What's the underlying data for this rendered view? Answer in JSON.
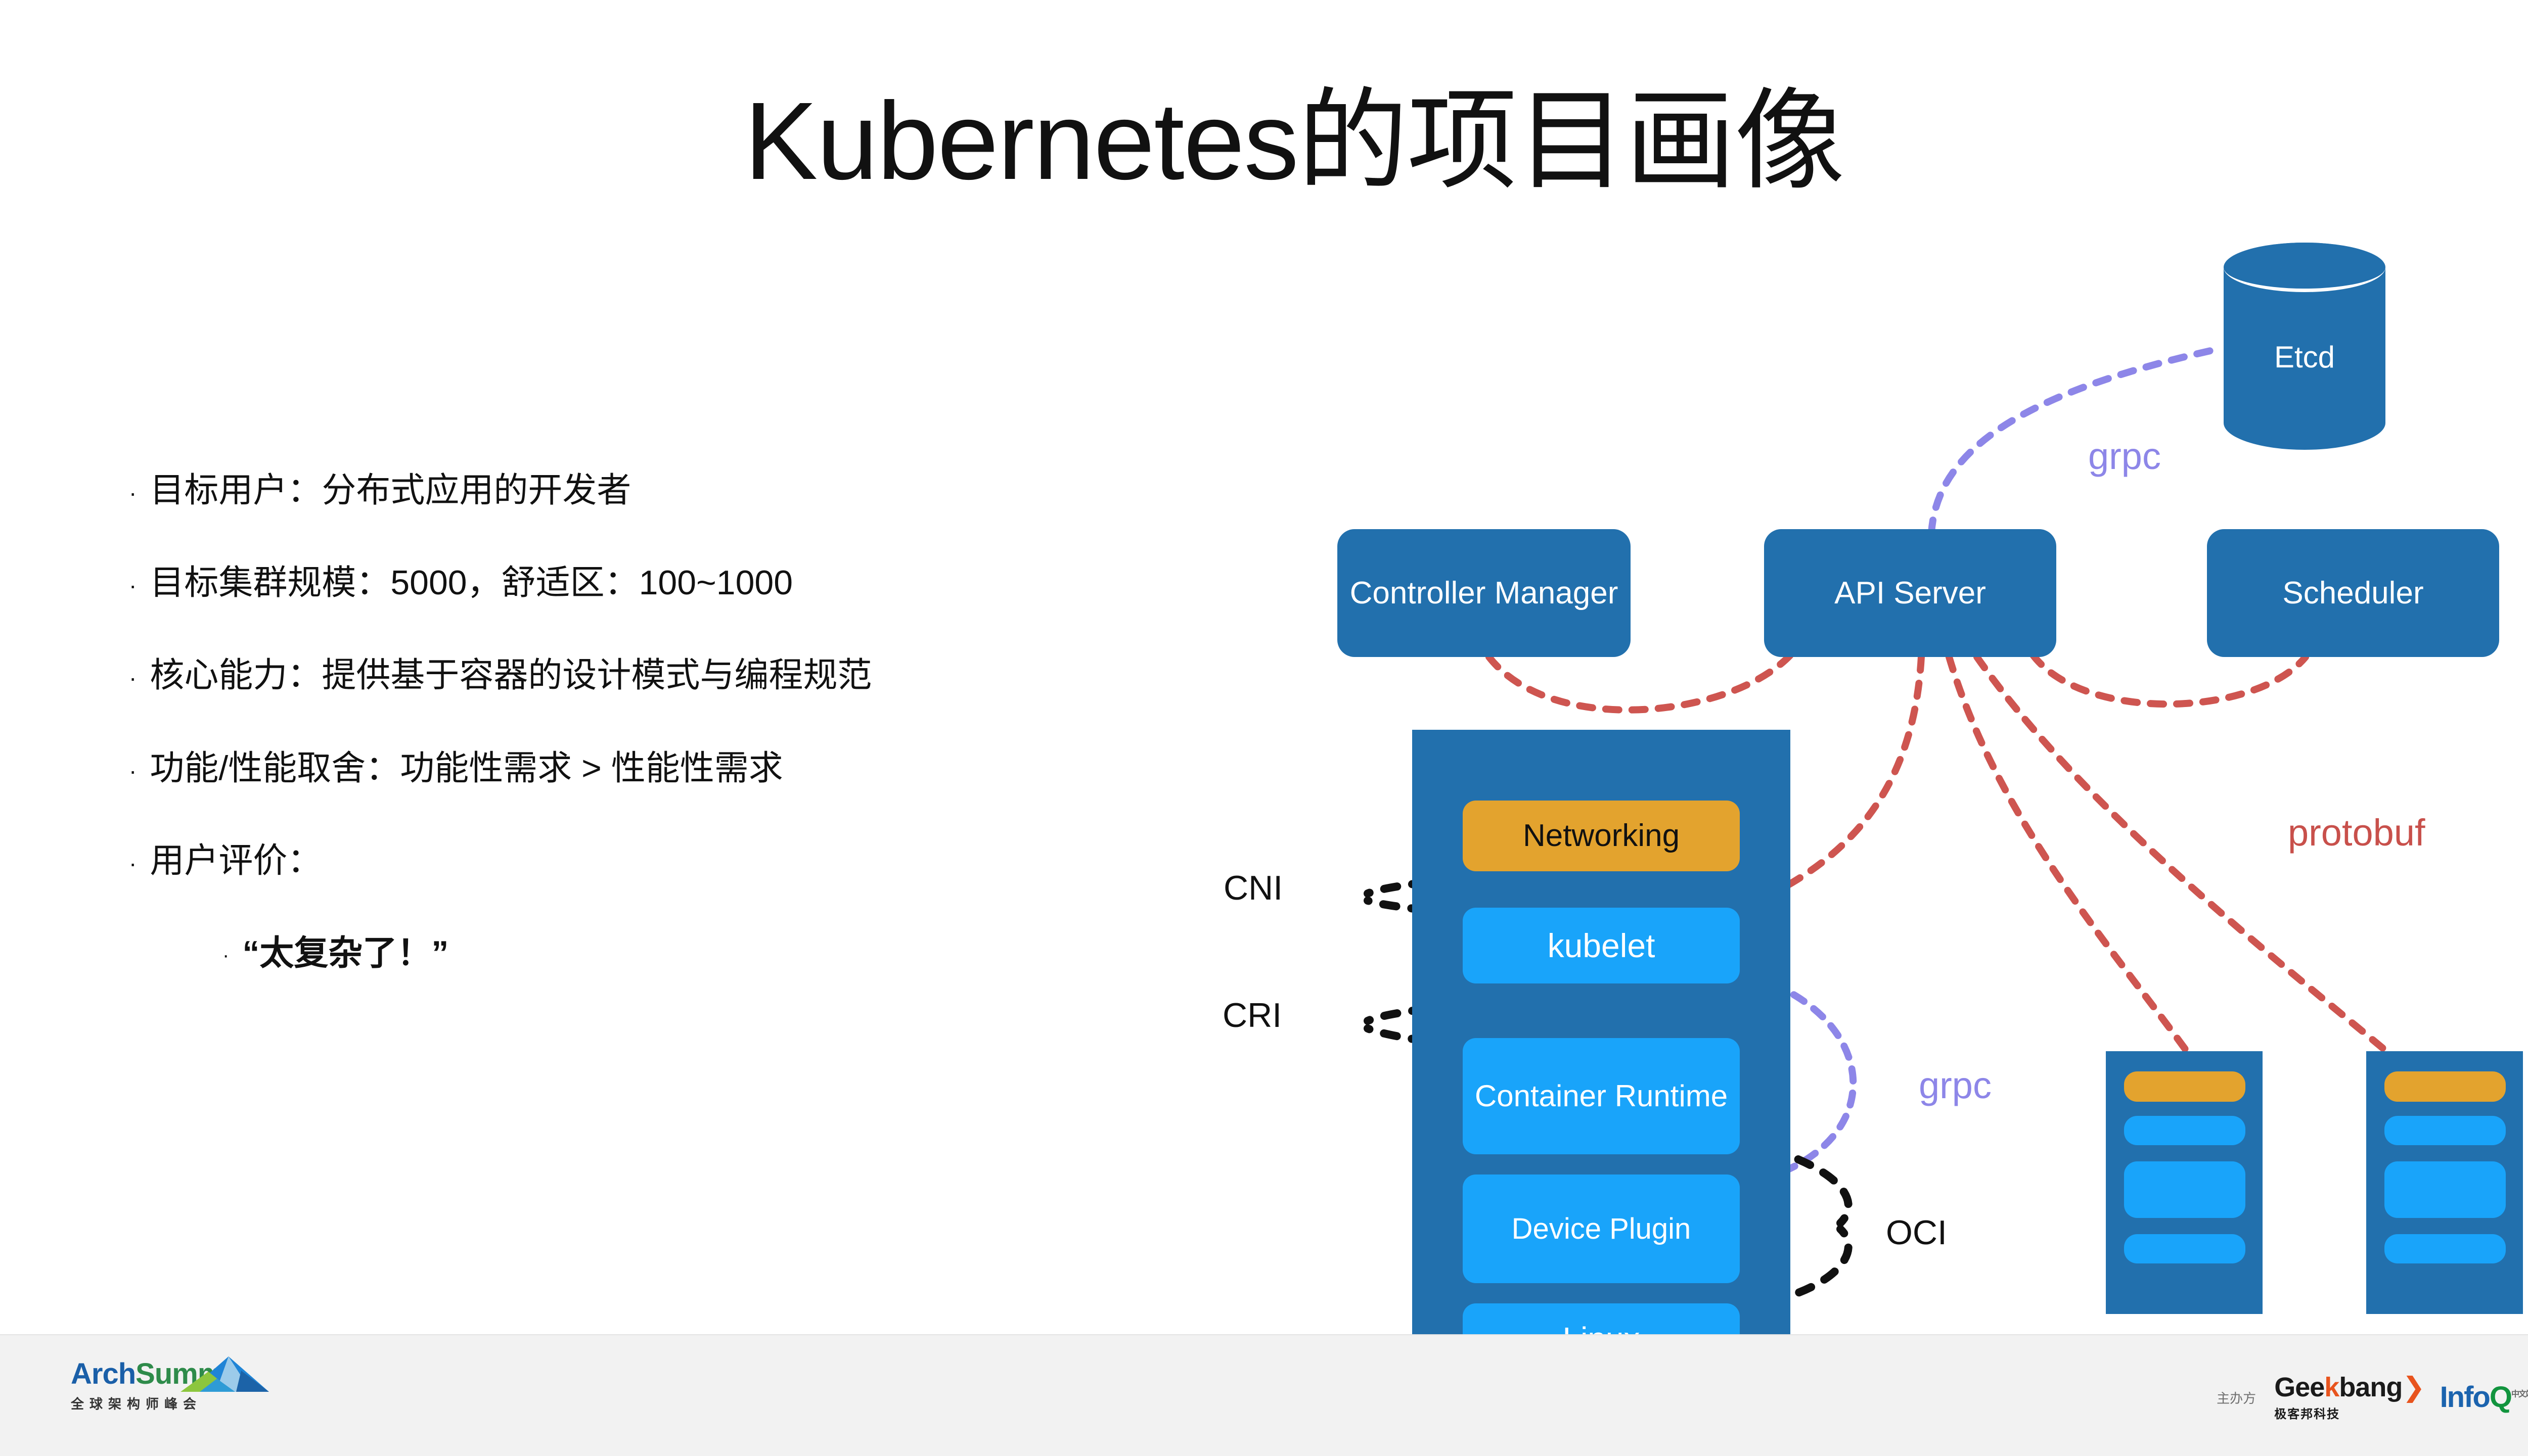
{
  "slide": {
    "title": "Kubernetes的项目画像",
    "background_color": "#FFFFFF"
  },
  "bullets": [
    {
      "level": 1,
      "marker": "·",
      "text": "目标用户：分布式应用的开发者"
    },
    {
      "level": 1,
      "marker": "·",
      "text": "目标集群规模：5000，舒适区：100~1000"
    },
    {
      "level": 1,
      "marker": "·",
      "text": "核心能力：提供基于容器的设计模式与编程规范"
    },
    {
      "level": 1,
      "marker": "·",
      "text": "功能/性能取舍：功能性需求 > 性能性需求"
    },
    {
      "level": 1,
      "marker": "·",
      "text": "用户评价："
    },
    {
      "level": 2,
      "marker": "·",
      "text": "“太复杂了！”"
    }
  ],
  "diagram": {
    "title": "Kubernetes architecture diagram",
    "colors": {
      "panel_blue": "#2270AD",
      "row_blue": "#19A4FA",
      "row_orange": "#E3A32E",
      "grpc_purple": "#8D86E8",
      "protobuf_red": "#C8504B",
      "dotted_black": "#111111"
    },
    "datastore": {
      "name": "Etcd",
      "shape": "cylinder"
    },
    "control_plane": [
      {
        "name": "Controller Manager"
      },
      {
        "name": "API Server"
      },
      {
        "name": "Scheduler"
      }
    ],
    "node_stack": [
      {
        "name": "Networking",
        "style": "orange"
      },
      {
        "name": "kubelet",
        "style": "blue"
      },
      {
        "name": "Container Runtime",
        "style": "blue"
      },
      {
        "name": "Device Plugin",
        "style": "blue"
      },
      {
        "name": "Linux",
        "style": "blue"
      }
    ],
    "extra_nodes": [
      {
        "rows": [
          "",
          "",
          "",
          ""
        ]
      },
      {
        "rows": [
          "",
          "",
          "",
          ""
        ]
      }
    ],
    "edge_labels": [
      {
        "text": "grpc",
        "color": "purple",
        "between": "API Server - Etcd"
      },
      {
        "text": "protobuf",
        "color": "red",
        "between": "API Server - nodes"
      },
      {
        "text": "grpc",
        "color": "purple",
        "between": "kubelet - Device Plugin"
      },
      {
        "text": "CNI",
        "color": "black",
        "between": "Networking - kubelet"
      },
      {
        "text": "CRI",
        "color": "black",
        "between": "kubelet - Container Runtime"
      },
      {
        "text": "OCI",
        "color": "black",
        "between": "Container Runtime - Linux"
      }
    ]
  },
  "footer": {
    "brand": {
      "arch": "Arch",
      "summit": "Summit",
      "subtitle": "全球架构师峰会"
    },
    "sponsor_caption": "主办方",
    "geekbang": {
      "pre": "Gee",
      "k": "k",
      "post": "bang",
      "chevron": "❯",
      "subtitle": "极客邦科技"
    },
    "infoq": {
      "info": "Info",
      "q": "Q",
      "tm": "中文站"
    }
  }
}
